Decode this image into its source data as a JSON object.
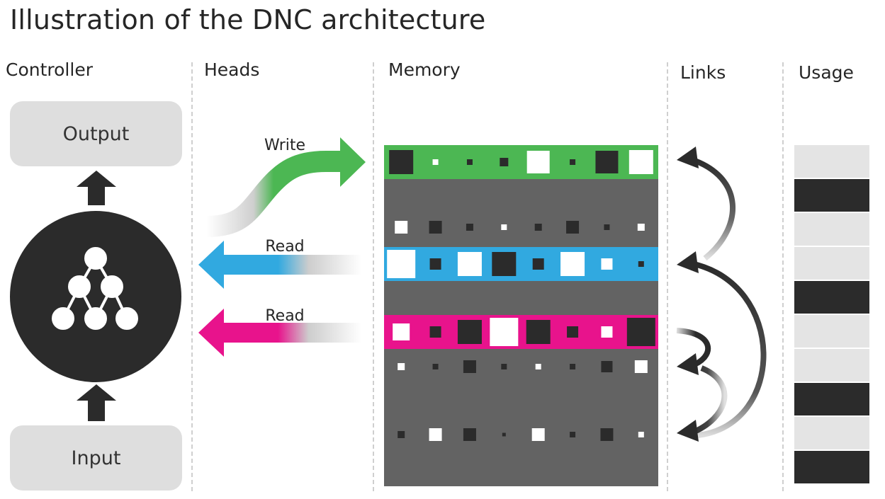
{
  "title": "Illustration of the DNC architecture",
  "columns": {
    "controller": "Controller",
    "heads": "Heads",
    "memory": "Memory",
    "links": "Links",
    "usage": "Usage"
  },
  "controller": {
    "output_label": "Output",
    "input_label": "Input",
    "icon": "neural-network-icon"
  },
  "heads": {
    "write_label": "Write",
    "read_label_1": "Read",
    "read_label_2": "Read"
  },
  "colors": {
    "write": "#4cb753",
    "read_blue": "#31a9e0",
    "read_magenta": "#e8138c",
    "memory_bg": "#636363",
    "dark": "#2b2b2b",
    "usage_light": "#e4e4e4"
  },
  "memory": {
    "rows": [
      {
        "highlight": "write",
        "cells": [
          0.85,
          0.2,
          0.2,
          0.3,
          0.8,
          0.2,
          0.8,
          0.85
        ],
        "tones": [
          "d",
          "w",
          "d",
          "d",
          "w",
          "d",
          "d",
          "w"
        ]
      },
      {
        "highlight": "none",
        "cells": [
          0.45,
          0.45,
          0.25,
          0.2,
          0.25,
          0.45,
          0.2,
          0.25
        ],
        "tones": [
          "w",
          "d",
          "d",
          "w",
          "d",
          "d",
          "d",
          "w"
        ]
      },
      {
        "highlight": "read_blue",
        "cells": [
          1.0,
          0.4,
          0.85,
          0.85,
          0.4,
          0.85,
          0.4,
          0.2
        ],
        "tones": [
          "w",
          "d",
          "w",
          "d",
          "d",
          "w",
          "w",
          "d"
        ]
      },
      {
        "highlight": "read_magenta",
        "cells": [
          0.6,
          0.4,
          0.85,
          1.0,
          0.85,
          0.4,
          0.4,
          1.0
        ],
        "tones": [
          "w",
          "d",
          "d",
          "w",
          "d",
          "d",
          "w",
          "d"
        ]
      },
      {
        "highlight": "none",
        "cells": [
          0.25,
          0.2,
          0.45,
          0.2,
          0.2,
          0.2,
          0.4,
          0.45
        ],
        "tones": [
          "w",
          "d",
          "d",
          "d",
          "w",
          "d",
          "d",
          "w"
        ]
      },
      {
        "highlight": "none",
        "cells": [
          0.25,
          0.45,
          0.45,
          0.1,
          0.45,
          0.2,
          0.45,
          0.2
        ],
        "tones": [
          "d",
          "w",
          "d",
          "d",
          "w",
          "d",
          "d",
          "w"
        ]
      }
    ]
  },
  "usage": {
    "slots": [
      0,
      1,
      0,
      0,
      1,
      0,
      0,
      1,
      0,
      1
    ]
  }
}
